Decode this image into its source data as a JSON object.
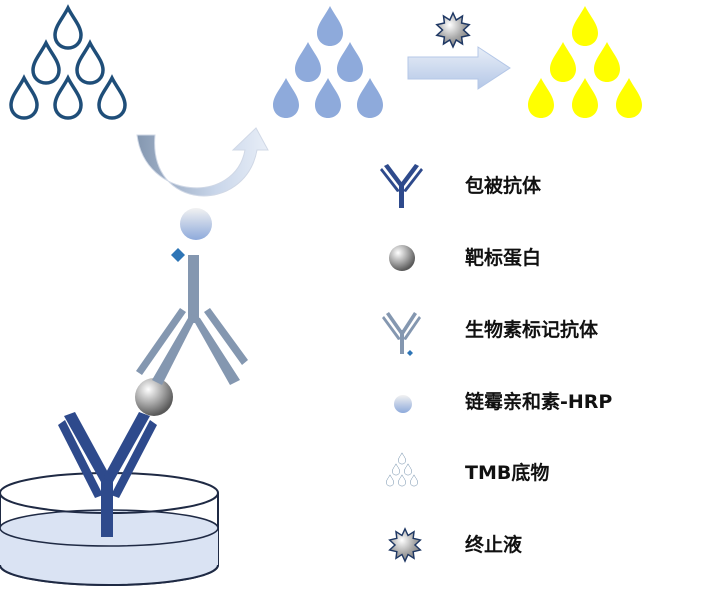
{
  "colors": {
    "dark_blue": "#2e4a8c",
    "outline_blue": "#1f4e79",
    "light_blue": "#8eaadb",
    "yellow": "#ffff00",
    "gray_blue": "#8497b0",
    "arrow_light": "#c9d6ea",
    "plate_fill": "#dae3f3"
  },
  "icons": {
    "tmb_drops_clear": "drop-outline-icon",
    "tmb_drops_blue": "drop-blue-icon",
    "tmb_drops_yellow": "drop-yellow-icon",
    "stop_solution": "starburst-icon",
    "right_arrow": "arrow-right-icon",
    "curved_arrow": "curved-arrow-icon"
  },
  "legend": {
    "coating_antibody": "包被抗体",
    "target_protein": "靶标蛋白",
    "biotin_antibody": "生物素标记抗体",
    "streptavidin_hrp": "链霉亲和素-HRP",
    "tmb_substrate": "TMB底物",
    "stop_solution": "终止液"
  }
}
